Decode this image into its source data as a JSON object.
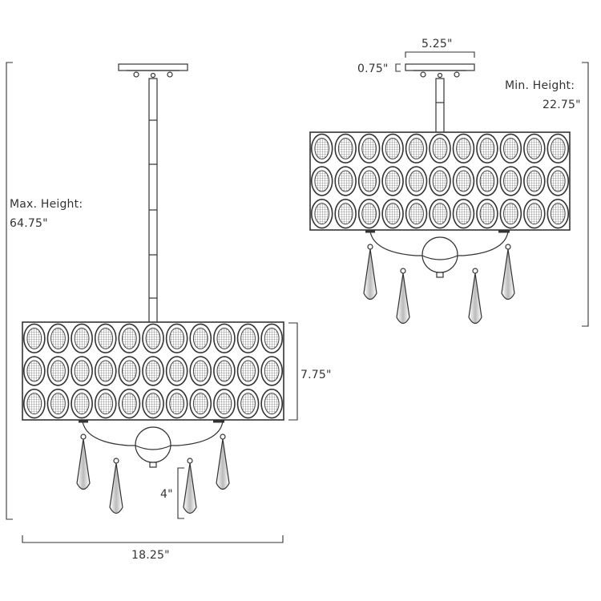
{
  "diagram": {
    "line_color": "#333333",
    "background": "#ffffff",
    "labels": {
      "max_height": "Max. Height:",
      "max_height_value": "64.75\"",
      "shade_height": "7.75\"",
      "drop_length": "4\"",
      "width": "18.25\"",
      "canopy_width": "5.25\"",
      "canopy_height": "0.75\"",
      "min_height": "Min. Height:",
      "min_height_value": "22.75\""
    }
  }
}
